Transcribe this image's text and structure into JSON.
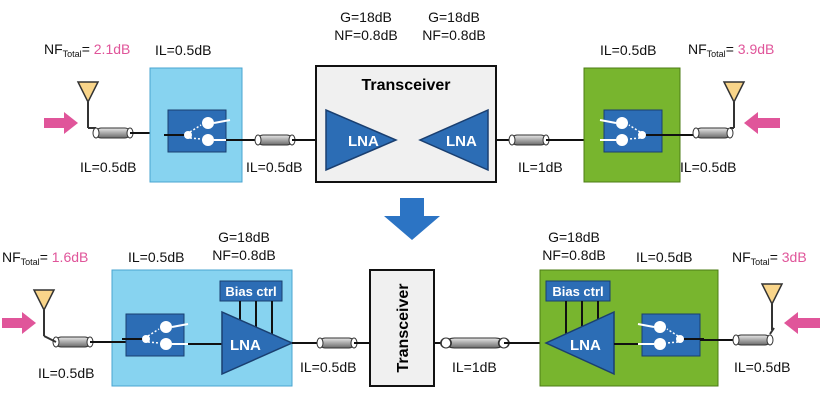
{
  "colors": {
    "blue_box": "#87d3f0",
    "green_box": "#78b52e",
    "dark_blue": "#2c6db5",
    "transceiver_bg": "#f0f0f0",
    "pink": "#e0559a",
    "antenna": "#f9d58a",
    "cable": "#b0b0b0",
    "big_arrow": "#2c74c4"
  },
  "top": {
    "left_nf_prefix": "NF",
    "left_nf_sub": "Total",
    "left_nf_eq": "= ",
    "left_nf_value": "2.1dB",
    "left_switch_il": "IL=0.5dB",
    "left_cable1_il": "IL=0.5dB",
    "left_cable2_il": "IL=0.5dB",
    "lna_left_gain": "G=18dB",
    "lna_left_nf": "NF=0.8dB",
    "lna_right_gain": "G=18dB",
    "lna_right_nf": "NF=0.8dB",
    "transceiver_label": "Transceiver",
    "lna_label": "LNA",
    "right_cable1_il": "IL=1dB",
    "right_switch_il": "IL=0.5dB",
    "right_cable2_il": "IL=0.5dB",
    "right_nf_prefix": "NF",
    "right_nf_sub": "Total",
    "right_nf_eq": "= ",
    "right_nf_value": "3.9dB"
  },
  "bottom": {
    "left_nf_prefix": "NF",
    "left_nf_sub": "Total",
    "left_nf_eq": "= ",
    "left_nf_value": "1.6dB",
    "left_switch_il": "IL=0.5dB",
    "left_lna_gain": "G=18dB",
    "left_lna_nf": "NF=0.8dB",
    "bias_label": "Bias ctrl",
    "lna_label": "LNA",
    "left_cable1_il": "IL=0.5dB",
    "left_cable2_il": "IL=0.5dB",
    "transceiver_label": "Transceiver",
    "middle_cable_il": "IL=1dB",
    "right_lna_gain": "G=18dB",
    "right_lna_nf": "NF=0.8dB",
    "right_switch_il": "IL=0.5dB",
    "right_cable_il": "IL=0.5dB",
    "right_nf_prefix": "NF",
    "right_nf_sub": "Total",
    "right_nf_eq": "= ",
    "right_nf_value": "3dB"
  }
}
